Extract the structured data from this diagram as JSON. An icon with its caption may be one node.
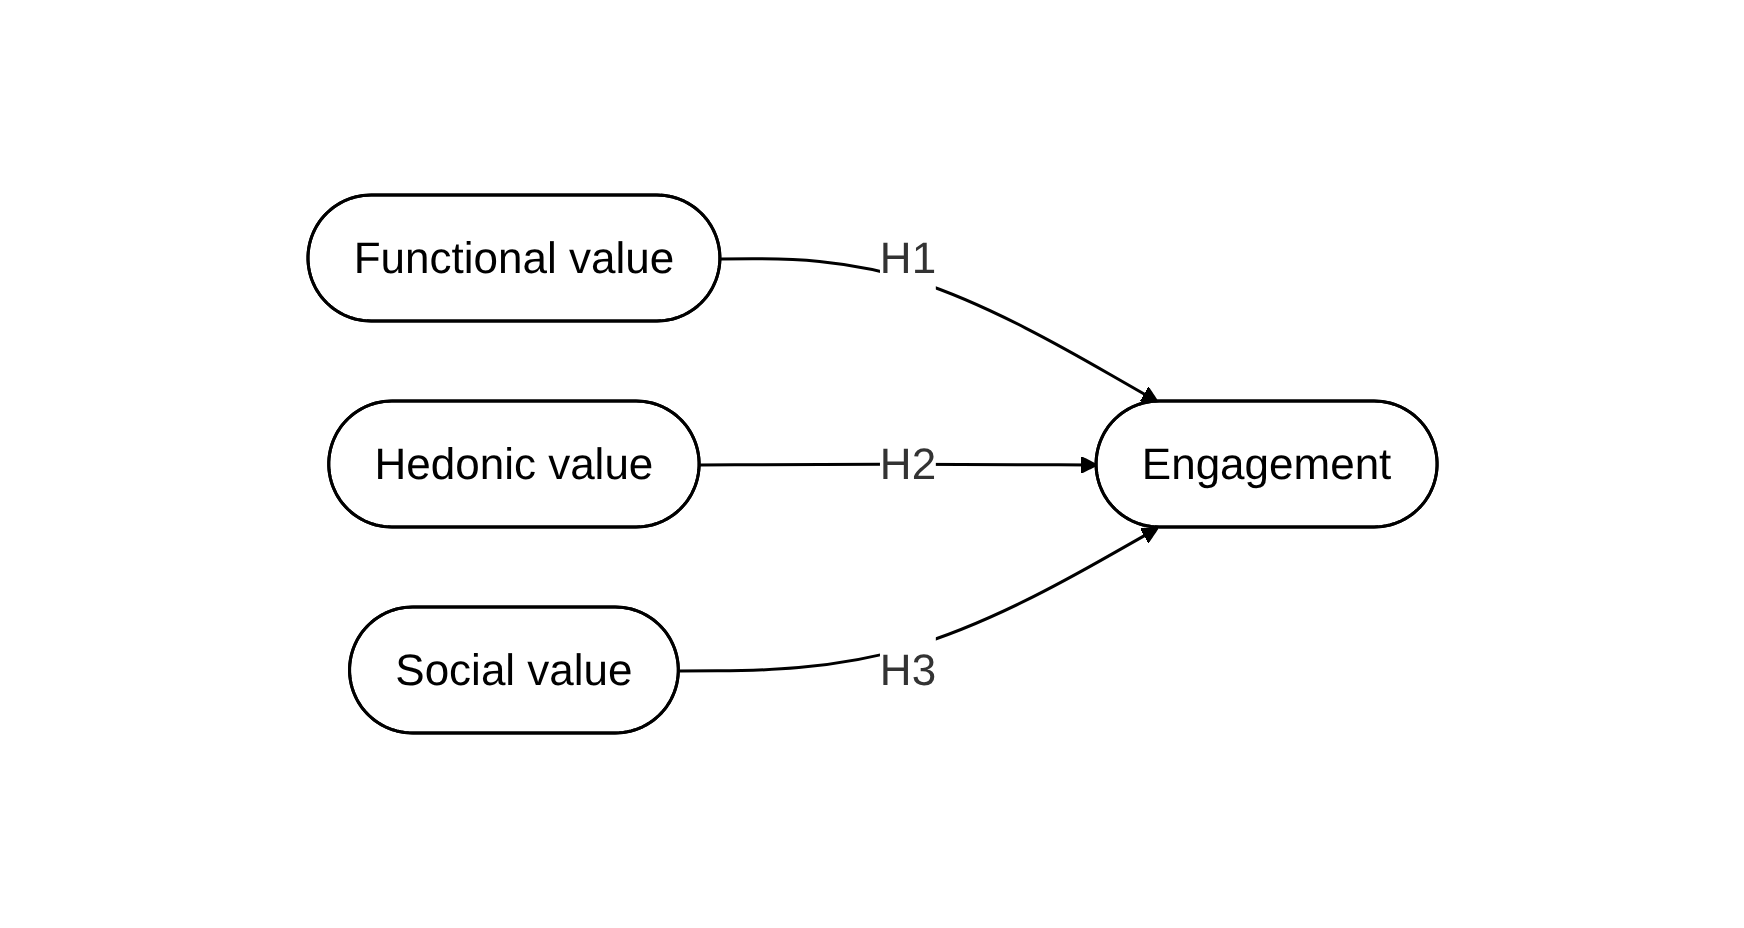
{
  "diagram": {
    "nodes": [
      {
        "text": [
          "Functional value"
        ]
      },
      {
        "text": [
          "Hedonic value"
        ]
      },
      {
        "text": [
          "Social value"
        ]
      },
      {
        "text": [
          "Engagement"
        ]
      }
    ],
    "edges": [
      {
        "from": 0,
        "to": 3,
        "arrow": "to",
        "label": "H1"
      },
      {
        "from": 1,
        "to": 3,
        "arrow": "to",
        "label": "H2"
      },
      {
        "from": 2,
        "to": 3,
        "arrow": "to",
        "label": "H3"
      }
    ]
  }
}
